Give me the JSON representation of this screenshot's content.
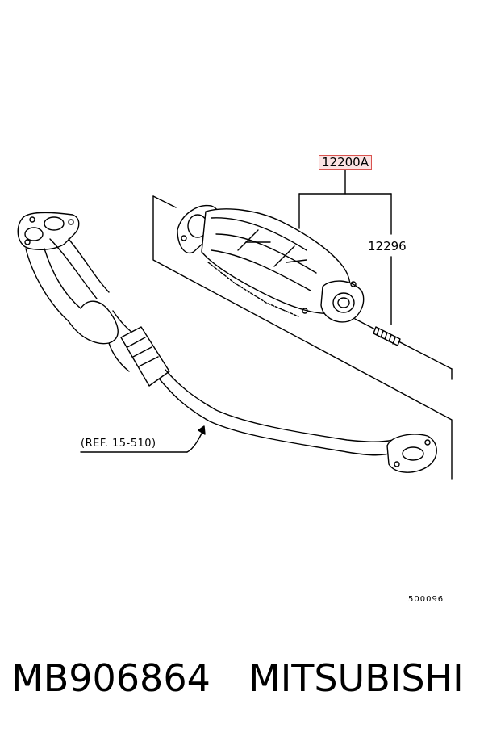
{
  "diagram": {
    "callouts": {
      "main_part": "12200A",
      "stud": "12296",
      "reference": "(REF. 15-510)",
      "figure_code": "500096"
    }
  },
  "footer": {
    "part_number": "MB906864",
    "brand": "MITSUBISHI"
  },
  "colors": {
    "highlight_fill": "#fbe3e3",
    "highlight_border": "#d9534f",
    "line": "#000000"
  }
}
